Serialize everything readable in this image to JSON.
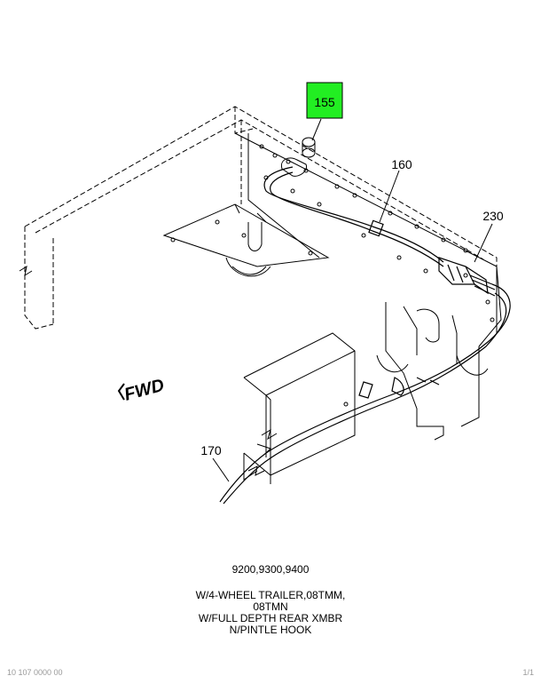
{
  "callouts": {
    "c155": "155",
    "c160": "160",
    "c230": "230",
    "c170": "170"
  },
  "fwd_label": "FWD",
  "highlight_color": "#22ee22",
  "caption": {
    "models": "9200,9300,9400",
    "lines": [
      "W/4-WHEEL TRAILER,08TMM,",
      "08TMN",
      "W/FULL DEPTH REAR XMBR",
      "N/PINTLE HOOK"
    ]
  },
  "footer": {
    "left": "10 107 0000 00",
    "right": "1/1"
  }
}
